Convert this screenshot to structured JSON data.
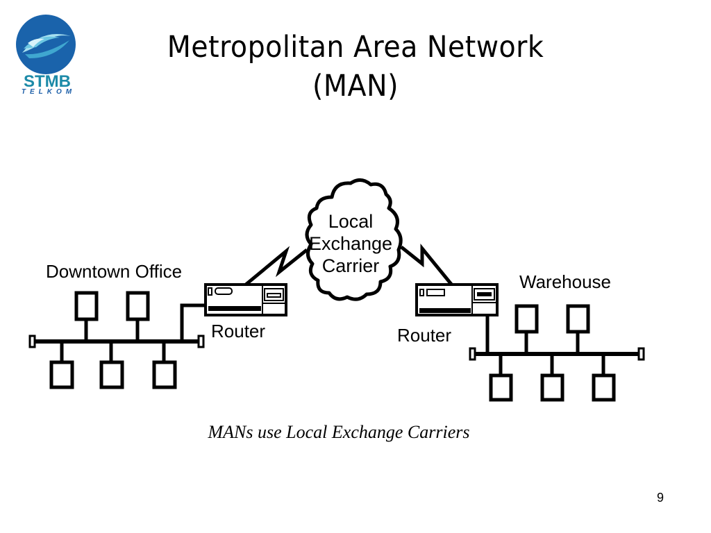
{
  "logo": {
    "name": "STMB",
    "subtitle": "TELKOM",
    "colors": {
      "circle": "#1a63ab",
      "swoosh": "#7fd0e8",
      "name": "#1c8aa8",
      "subtitle": "#1d5fa8"
    }
  },
  "slide": {
    "title_line1": "Metropolitan Area Network",
    "title_line2": "(MAN)",
    "page_number": "9"
  },
  "diagram": {
    "cloud_label": [
      "Local",
      "Exchange",
      "Carrier"
    ],
    "left_site": {
      "label": "Downtown Office",
      "router_label": "Router",
      "upper_nodes": 2,
      "lower_nodes": 3
    },
    "right_site": {
      "label": "Warehouse",
      "router_label": "Router",
      "upper_nodes": 2,
      "lower_nodes": 3
    },
    "caption": "MANs use Local Exchange Carriers"
  }
}
